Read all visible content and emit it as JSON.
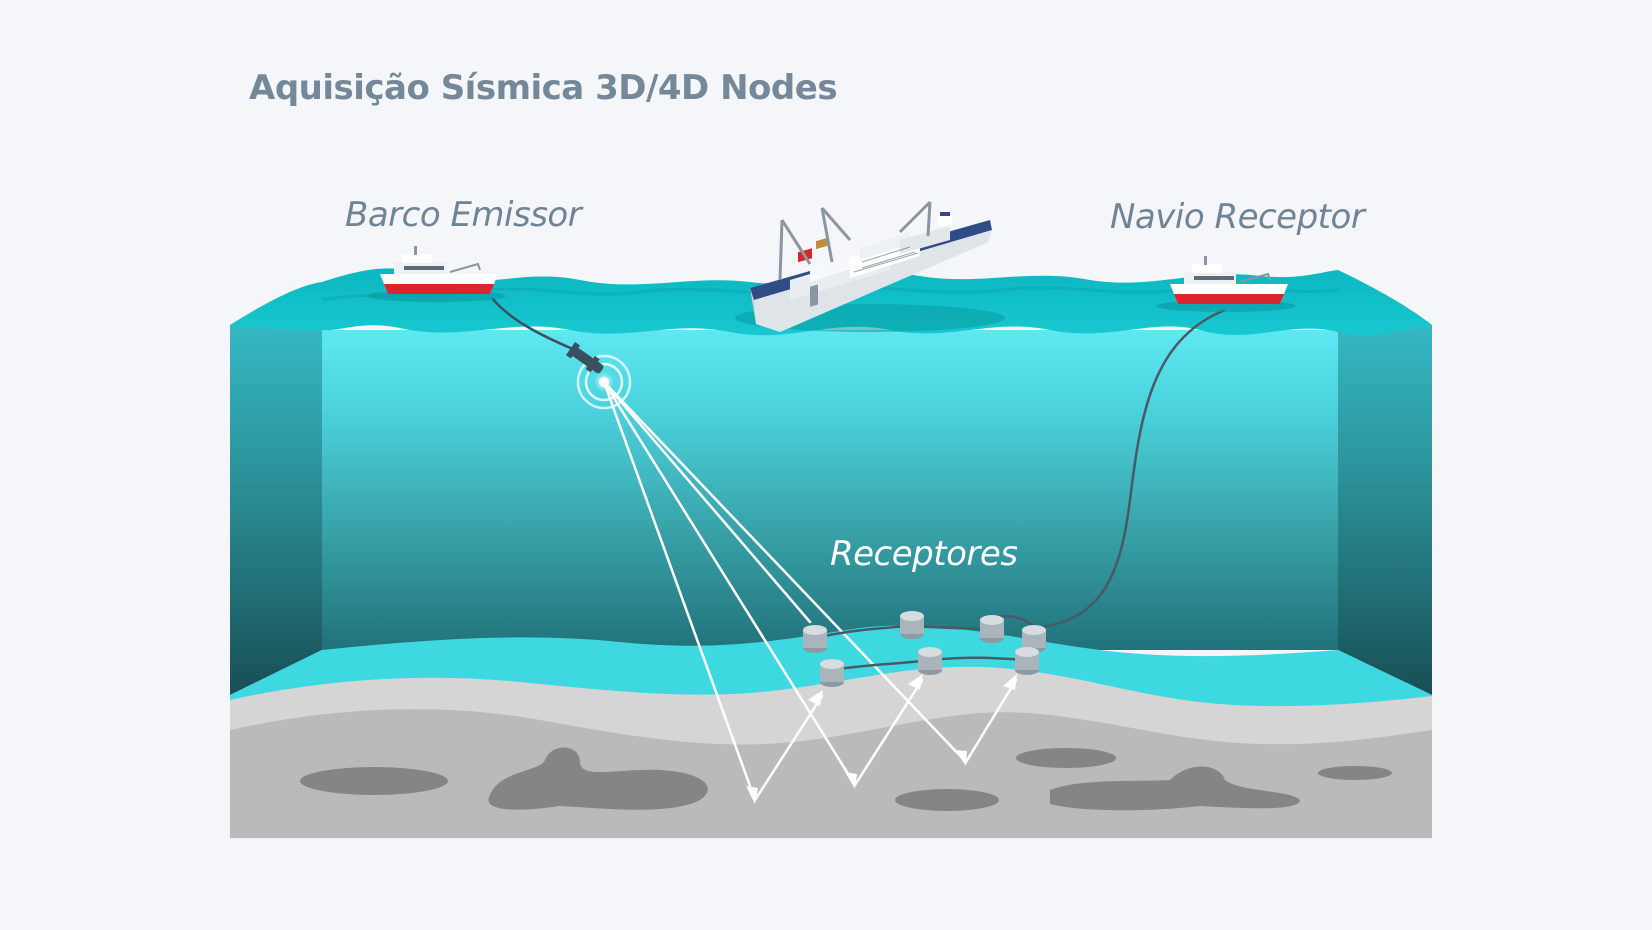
{
  "diagram": {
    "title": "Aquisição Sísmica 3D/4D Nodes",
    "labels": {
      "emitter_vessel": "Barco Emissor",
      "receiver_vessel": "Navio Receptor",
      "receivers": "Receptores"
    },
    "colors": {
      "background": "#f5f6fa",
      "title": "#74889a",
      "label": "#6f8496",
      "surface_water": "#10bcc4",
      "deep_water": "#1a5f66",
      "seabed_light": "#d5d5d5",
      "seabed_dark": "#bababa",
      "reservoir": "#838383",
      "ray": "#ffffff",
      "ship_hull_red": "#d8262c"
    },
    "elements": {
      "emitter_ship": "supply-vessel",
      "receiver_ship": "supply-vessel",
      "center_ship": "seismic-operations-ship",
      "source": "airgun-source-icon",
      "nodes": "ocean-bottom-node-icon"
    }
  }
}
